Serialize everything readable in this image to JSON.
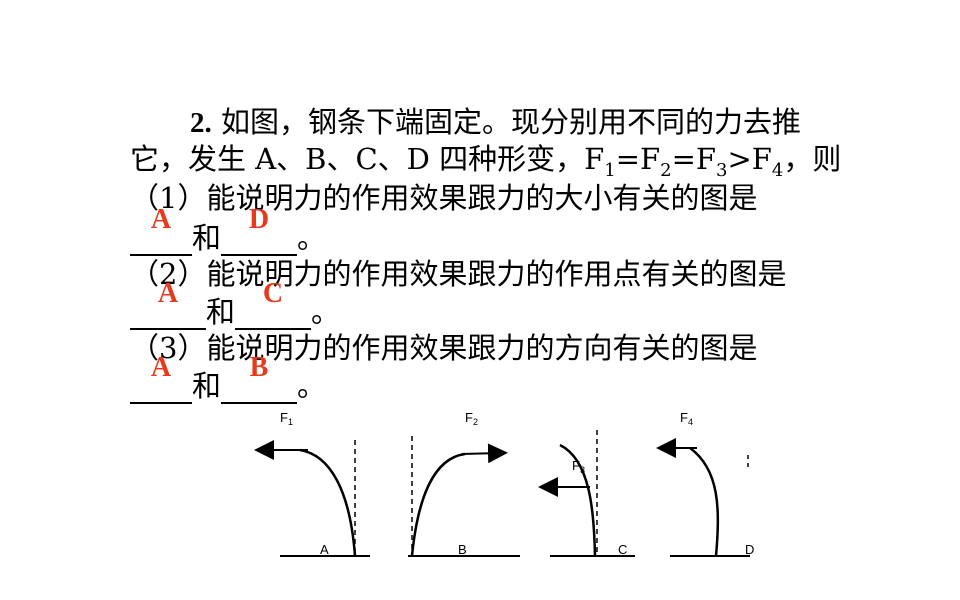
{
  "question": {
    "number": "2.",
    "intro_1": "如图，钢条下端固定。现分别用不同的力去推",
    "intro_2": "它，发生 A、B、C、D 四种形变，F",
    "intro_eq": [
      "1",
      "=F",
      "2",
      "=F",
      "3",
      ">F",
      "4",
      "，则"
    ],
    "q1": "（1）能说明力的作用效果跟力的大小有关的图是",
    "q2": "（2）能说明力的作用效果跟力的作用点有关的图是",
    "q3": "（3）能说明力的作用效果跟力的方向有关的图是",
    "connector": "和",
    "end": "。",
    "answers": {
      "q1": [
        "A",
        "D"
      ],
      "q2": [
        "A",
        "C"
      ],
      "q3": [
        "A",
        "B"
      ]
    }
  },
  "figure": {
    "panels": [
      {
        "label": "A",
        "force": "F1"
      },
      {
        "label": "B",
        "force": "F2"
      },
      {
        "label": "C",
        "force": "F3"
      },
      {
        "label": "D",
        "force": "F4"
      }
    ]
  },
  "colors": {
    "answer": "#e8391b",
    "text": "#000000"
  }
}
